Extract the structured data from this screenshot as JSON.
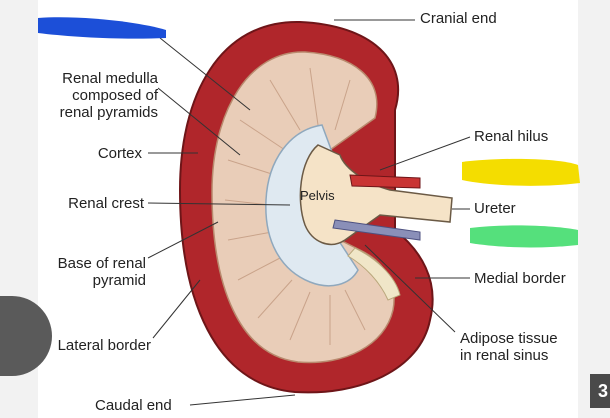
{
  "labels": {
    "cranial_end": "Cranial end",
    "renal_medulla": "Renal medulla\ncomposed of\nrenal pyramids",
    "cortex": "Cortex",
    "renal_hilus": "Renal hilus",
    "renal_crest": "Renal crest",
    "pelvis": "Pelvis",
    "ureter": "Ureter",
    "base_of_renal_pyramid": "Base of renal\npyramid",
    "medial_border": "Medial border",
    "adipose_tissue": "Adipose tissue\nin renal sinus",
    "lateral_border": "Lateral border",
    "caudal_end": "Caudal end"
  },
  "corner_number": "3",
  "colors": {
    "cortex": "#b0262b",
    "medulla": "#e9cdb8",
    "pelvis": "#dfe9f1",
    "redactor_blue": "#1c4fd8",
    "redactor_yellow": "#f4dd00",
    "redactor_green": "#55e07c"
  },
  "redactions": [
    "blue-marker",
    "yellow-marker",
    "green-marker"
  ]
}
